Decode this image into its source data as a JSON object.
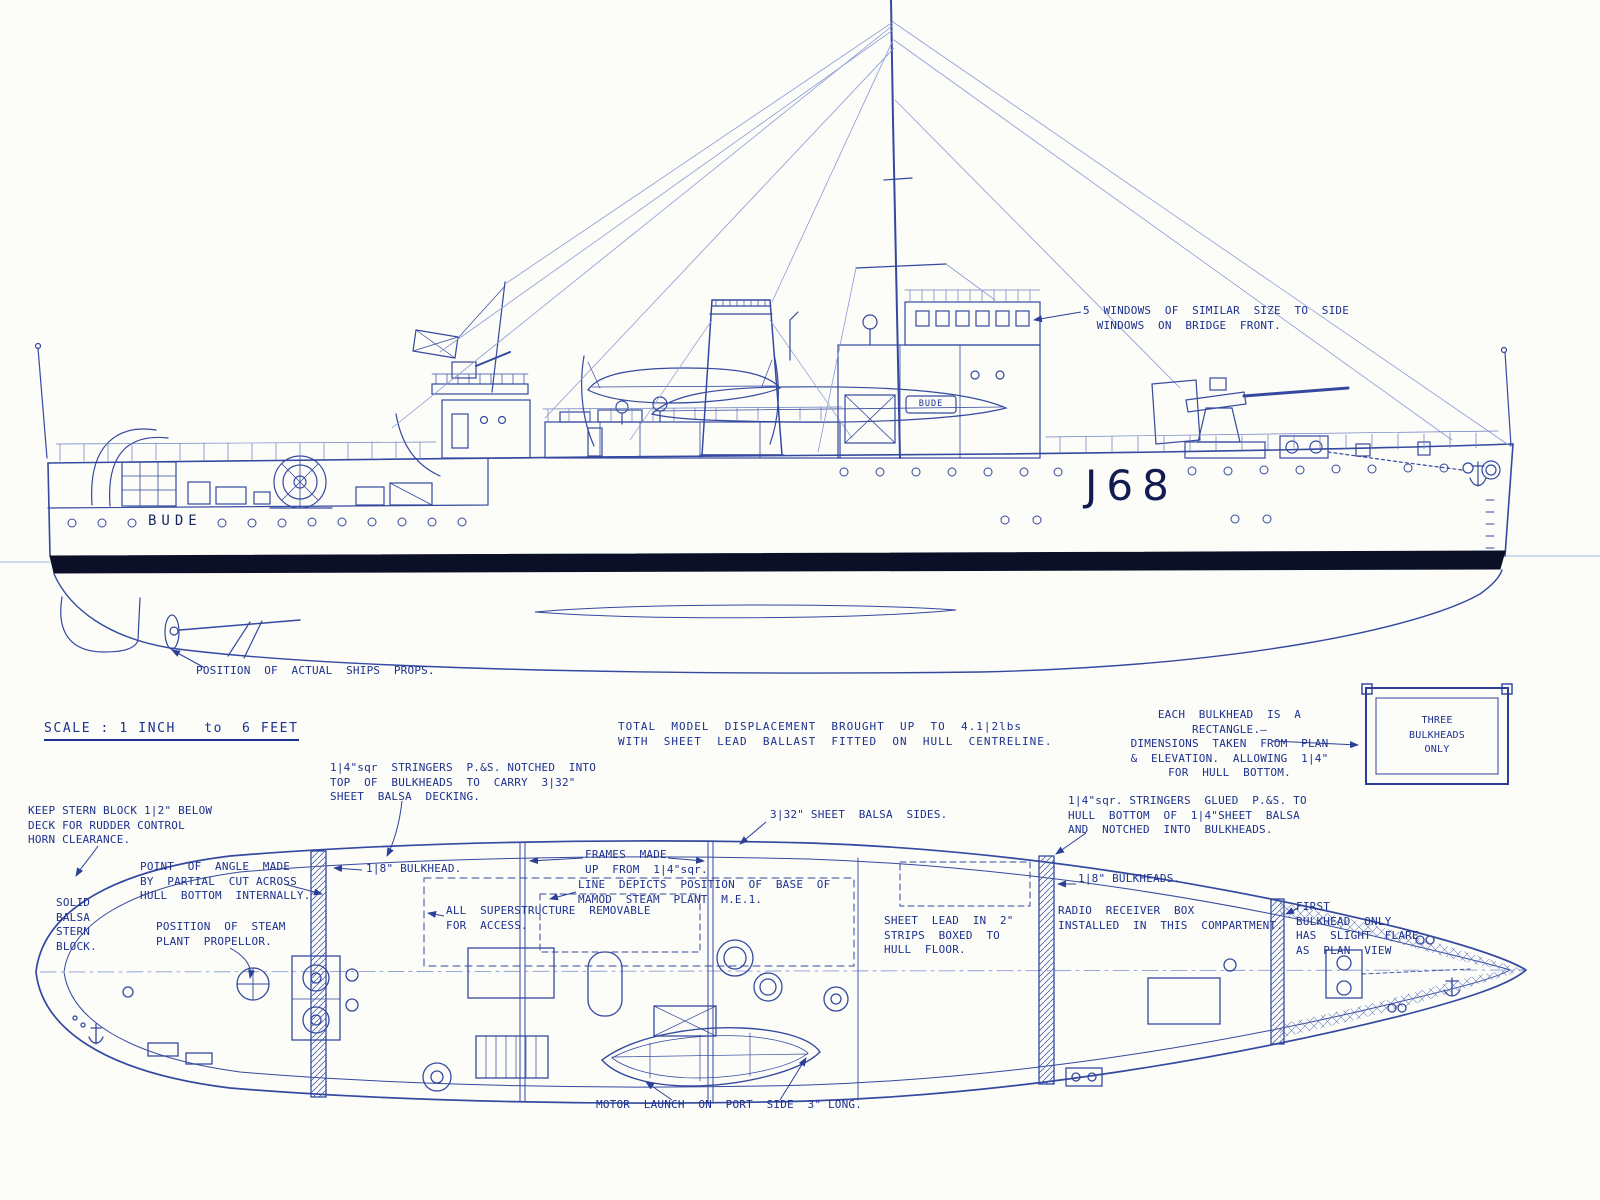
{
  "colors": {
    "ink": "#2b3f98",
    "ink_dark": "#1d318f",
    "ink_light": "#93a5d6",
    "boot_topping": "#0b1026",
    "paper": "#fcfcf8"
  },
  "scale_note": "SCALE : 1 INCH   to  6 FEET",
  "elevation": {
    "hull_name": "BUDE",
    "pennant": "J68",
    "superstructure_plate": "BUDE",
    "bridge_windows": {
      "l1": "5  WINDOWS  OF  SIMILAR  SIZE  TO  SIDE",
      "l2": "  WINDOWS  ON  BRIDGE  FRONT."
    },
    "props_note": "POSITION  OF  ACTUAL  SHIPS  PROPS."
  },
  "general_notes": {
    "displacement": {
      "l1": "TOTAL  MODEL  DISPLACEMENT  BROUGHT  UP  TO  4.1|2lbs",
      "l2": "WITH  SHEET  LEAD  BALLAST  FITTED  ON  HULL  CENTRELINE."
    },
    "bulkhead_rectangle": {
      "l1": "EACH  BULKHEAD  IS  A",
      "l2": "RECTANGLE.—",
      "l3": "DIMENSIONS  TAKEN  FROM  PLAN",
      "l4": "&  ELEVATION.  ALLOWING  1|4\"",
      "l5": "FOR  HULL  BOTTOM."
    },
    "three_bulkheads": {
      "l1": "THREE",
      "l2": "BULKHEADS",
      "l3": "ONLY"
    }
  },
  "plan": {
    "stringers_deck": {
      "l1": "1|4\"sqr  STRINGERS  P.&S. NOTCHED  INTO",
      "l2": "TOP  OF  BULKHEADS  TO  CARRY  3|32\"",
      "l3": "SHEET  BALSA  DECKING."
    },
    "stern_block_note": {
      "l1": "KEEP STERN BLOCK 1|2\" BELOW",
      "l2": "DECK FOR RUDDER CONTROL",
      "l3": "HORN CLEARANCE."
    },
    "balsa_sides": "3|32\" SHEET  BALSA  SIDES.",
    "stringers_hull": {
      "l1": "1|4\"sqr. STRINGERS  GLUED  P.&S. TO",
      "l2": "HULL  BOTTOM  OF  1|4\"SHEET  BALSA",
      "l3": "AND  NOTCHED  INTO  BULKHEADS."
    },
    "point_of_angle": {
      "l1": "POINT  OF  ANGLE  MADE",
      "l2": "BY  PARTIAL  CUT ACROSS",
      "l3": "HULL  BOTTOM  INTERNALLY."
    },
    "bulkhead_single": "1|8\" BULKHEAD.",
    "frames": {
      "l1": "FRAMES  MADE",
      "l2": "UP  FROM  1|4\"sqr."
    },
    "mamod": {
      "l1": "LINE  DEPICTS  POSITION  OF  BASE  OF",
      "l2": "MAMOD  STEAM  PLANT  M.E.1."
    },
    "superstructure_removable": {
      "l1": "ALL  SUPERSTRUCTURE  REMOVABLE",
      "l2": "FOR  ACCESS."
    },
    "solid_balsa": {
      "l1": "SOLID",
      "l2": "BALSA",
      "l3": "STERN",
      "l4": "BLOCK."
    },
    "steam_propellor": {
      "l1": "POSITION  OF  STEAM",
      "l2": "PLANT  PROPELLOR."
    },
    "sheet_lead": {
      "l1": "SHEET  LEAD  IN  2\"",
      "l2": "STRIPS  BOXED  TO",
      "l3": "HULL  FLOOR."
    },
    "bulkheads_multi": "1|8\" BULKHEADS.",
    "radio": {
      "l1": "RADIO  RECEIVER  BOX",
      "l2": "INSTALLED  IN  THIS  COMPARTMENT."
    },
    "first_bulkhead": {
      "l1": "FIRST",
      "l2": "BULKHEAD  ONLY",
      "l3": "HAS  SLIGHT  FLARE",
      "l4": "AS  PLAN  VIEW"
    },
    "motor_launch": "MOTOR  LAUNCH  ON  PORT  SIDE  3\" LONG."
  }
}
